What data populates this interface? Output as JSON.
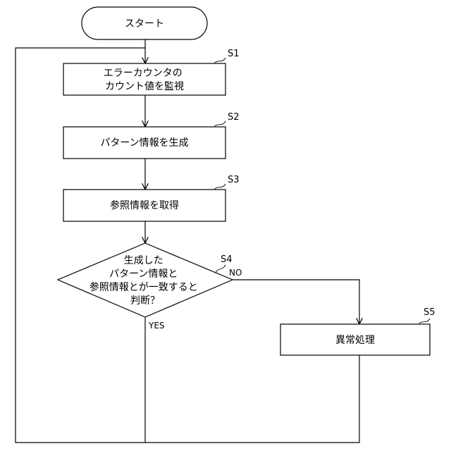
{
  "flowchart": {
    "start": "スタート",
    "steps": [
      {
        "id": "S1",
        "lines": [
          "エラーカウンタの",
          "カウント値を監視"
        ]
      },
      {
        "id": "S2",
        "lines": [
          "パターン情報を生成"
        ]
      },
      {
        "id": "S3",
        "lines": [
          "参照情報を取得"
        ]
      },
      {
        "id": "S4",
        "lines": [
          "生成した",
          "パターン情報と",
          "参照情報とが一致すると",
          "判断？"
        ]
      },
      {
        "id": "S5",
        "lines": [
          "異常処理"
        ]
      }
    ],
    "branches": {
      "yes": "YES",
      "no": "NO"
    }
  }
}
